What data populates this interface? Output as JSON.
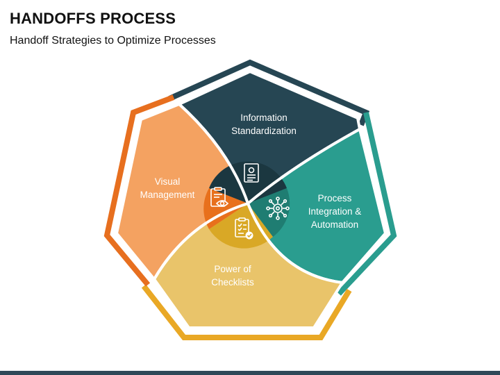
{
  "header": {
    "title": "HANDOFFS PROCESS",
    "subtitle": "Handoff Strategies to Optimize Processes"
  },
  "segments": [
    {
      "label": "Information\nStandardization",
      "icon": "id-card-icon",
      "color": "#264653"
    },
    {
      "label": "Process\nIntegration &\nAutomation",
      "icon": "network-gear-icon",
      "color": "#2a9d8f"
    },
    {
      "label": "Power of\nChecklists",
      "icon": "checklist-icon",
      "color": "#e9c46a"
    },
    {
      "label": "Visual\nManagement",
      "icon": "eye-document-icon",
      "color": "#f4a261"
    }
  ],
  "colors": {
    "navy": "#264653",
    "teal": "#2a9d8f",
    "yellow": "#e9c46a",
    "peach": "#f4a261",
    "orange": "#e76f1f",
    "gold": "#e9a825",
    "bar": "#2f4858"
  }
}
